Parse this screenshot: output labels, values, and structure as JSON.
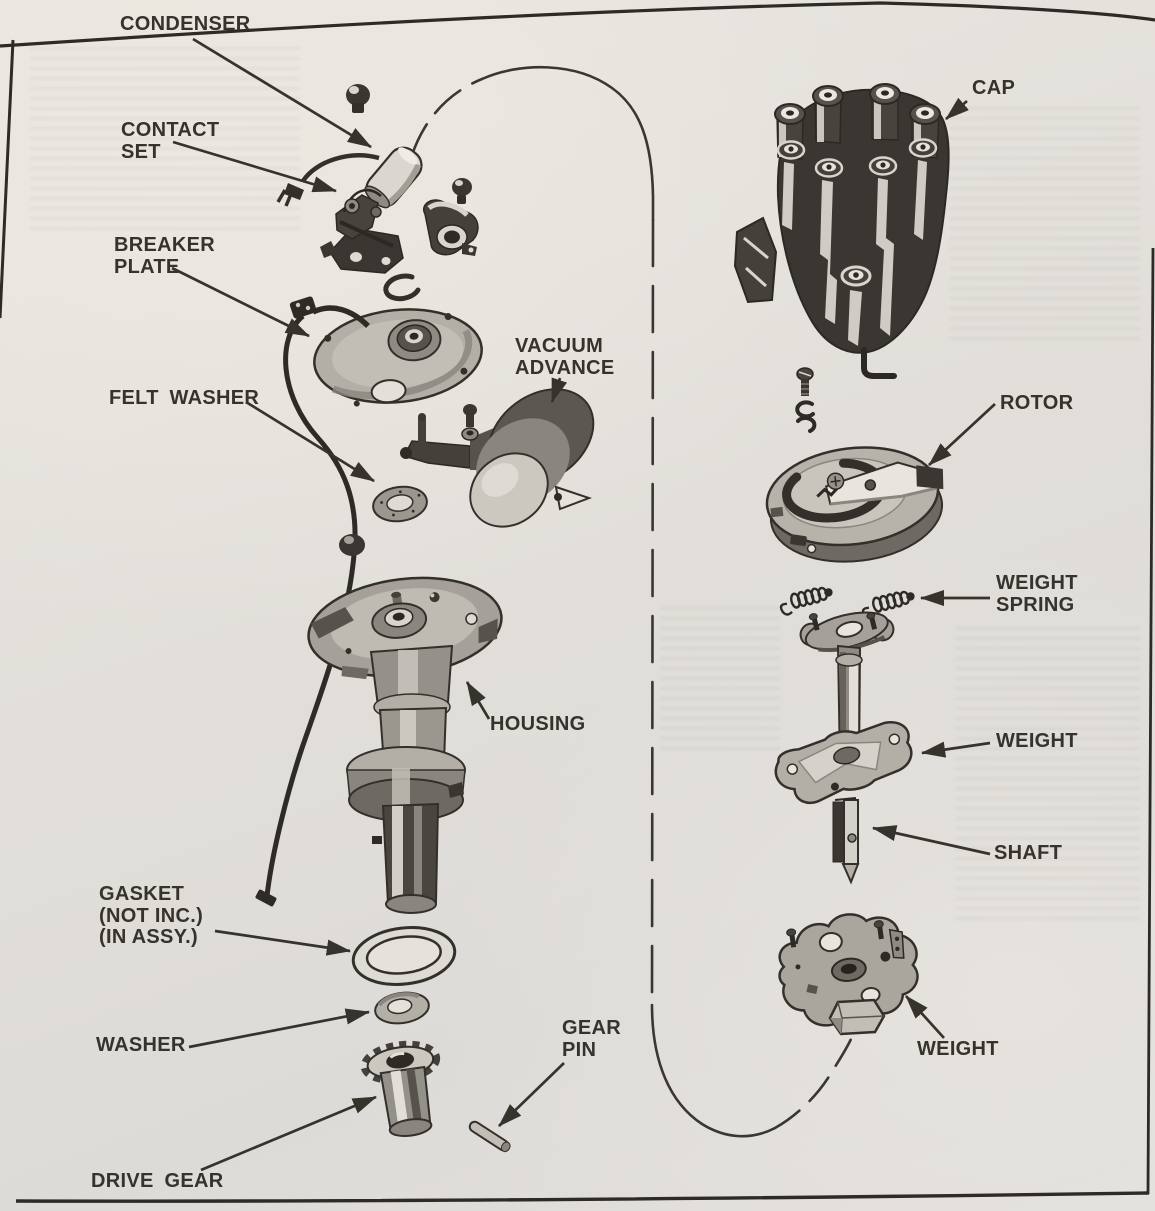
{
  "figure": {
    "type": "exploded-parts-diagram",
    "labels": {
      "condenser": "CONDENSER",
      "contact_set": "CONTACT\nSET",
      "breaker_plate": "BREAKER\nPLATE",
      "felt_washer": "FELT WASHER",
      "vacuum_advance": "VACUUM\nADVANCE",
      "housing": "HOUSING",
      "gasket": "GASKET\n(NOT INC.)\n(IN ASSY.)",
      "washer": "WASHER",
      "drive_gear": "DRIVE GEAR",
      "gear_pin": "GEAR\nPIN",
      "cap": "CAP",
      "rotor": "ROTOR",
      "weight_spring": "WEIGHT\nSPRING",
      "weight_center": "WEIGHT",
      "shaft": "SHAFT",
      "weight_lower": "WEIGHT"
    },
    "colors": {
      "paper": "#e5e2dc",
      "ink": "#36322c"
    }
  }
}
